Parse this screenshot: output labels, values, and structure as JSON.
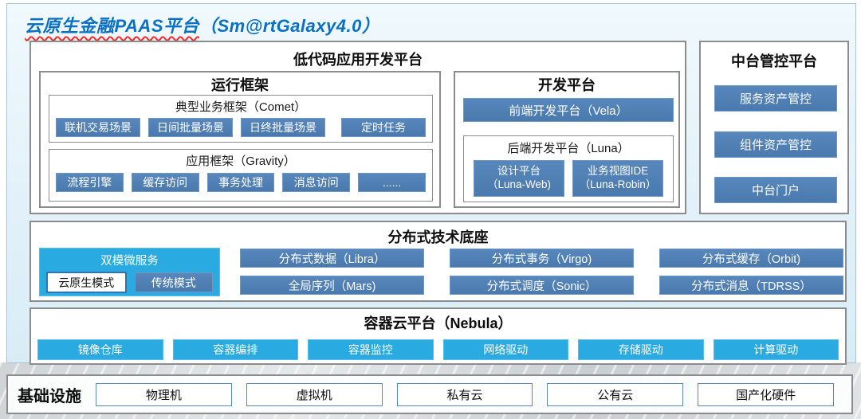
{
  "title": {
    "main": "云原生金融PAAS平台",
    "suffix": "（Sm@rtGalaxy4.0）"
  },
  "low_code": {
    "title": "低代码应用开发平台",
    "runtime": {
      "title": "运行框架",
      "comet": {
        "title": "典型业务框架（Comet）",
        "items": [
          "联机交易场景",
          "日间批量场景",
          "日终批量场景",
          "定时任务"
        ]
      },
      "gravity": {
        "title": "应用框架（Gravity）",
        "items": [
          "流程引擎",
          "缓存访问",
          "事务处理",
          "消息访问",
          "......"
        ]
      }
    },
    "dev": {
      "title": "开发平台",
      "vela": "前端开发平台（Vela）",
      "luna": {
        "title": "后端开发平台（Luna）",
        "items": [
          {
            "line1": "设计平台",
            "line2": "（Luna-Web)"
          },
          {
            "line1": "业务视图IDE",
            "line2": "（Luna-Robin）"
          }
        ]
      }
    }
  },
  "mid_platform": {
    "title": "中台管控平台",
    "items": [
      "服务资产管控",
      "组件资产管控",
      "中台门户"
    ]
  },
  "distributed": {
    "title": "分布式技术底座",
    "dual_mode": {
      "title": "双模微服务",
      "cloud_native": "云原生模式",
      "traditional": "传统模式"
    },
    "items": [
      "分布式数据（Libra）",
      "分布式事务（Virgo)",
      "分布式缓存（Orbit)",
      "全局序列（Mars)",
      "分布式调度（Sonic）",
      "分布式消息（TDRSS）"
    ]
  },
  "container_cloud": {
    "title": "容器云平台（Nebula）",
    "items": [
      "镜像仓库",
      "容器编排",
      "容器监控",
      "网络驱动",
      "存储驱动",
      "计算驱动"
    ]
  },
  "infrastructure": {
    "title": "基础设施",
    "items": [
      "物理机",
      "虚拟机",
      "私有云",
      "公有云",
      "国产化硬件"
    ]
  },
  "colors": {
    "steel_blue": "#4d7db3",
    "cyan": "#29abe2",
    "title_blue": "#0a70c5",
    "canvas_blue": "#e2f1f9"
  }
}
